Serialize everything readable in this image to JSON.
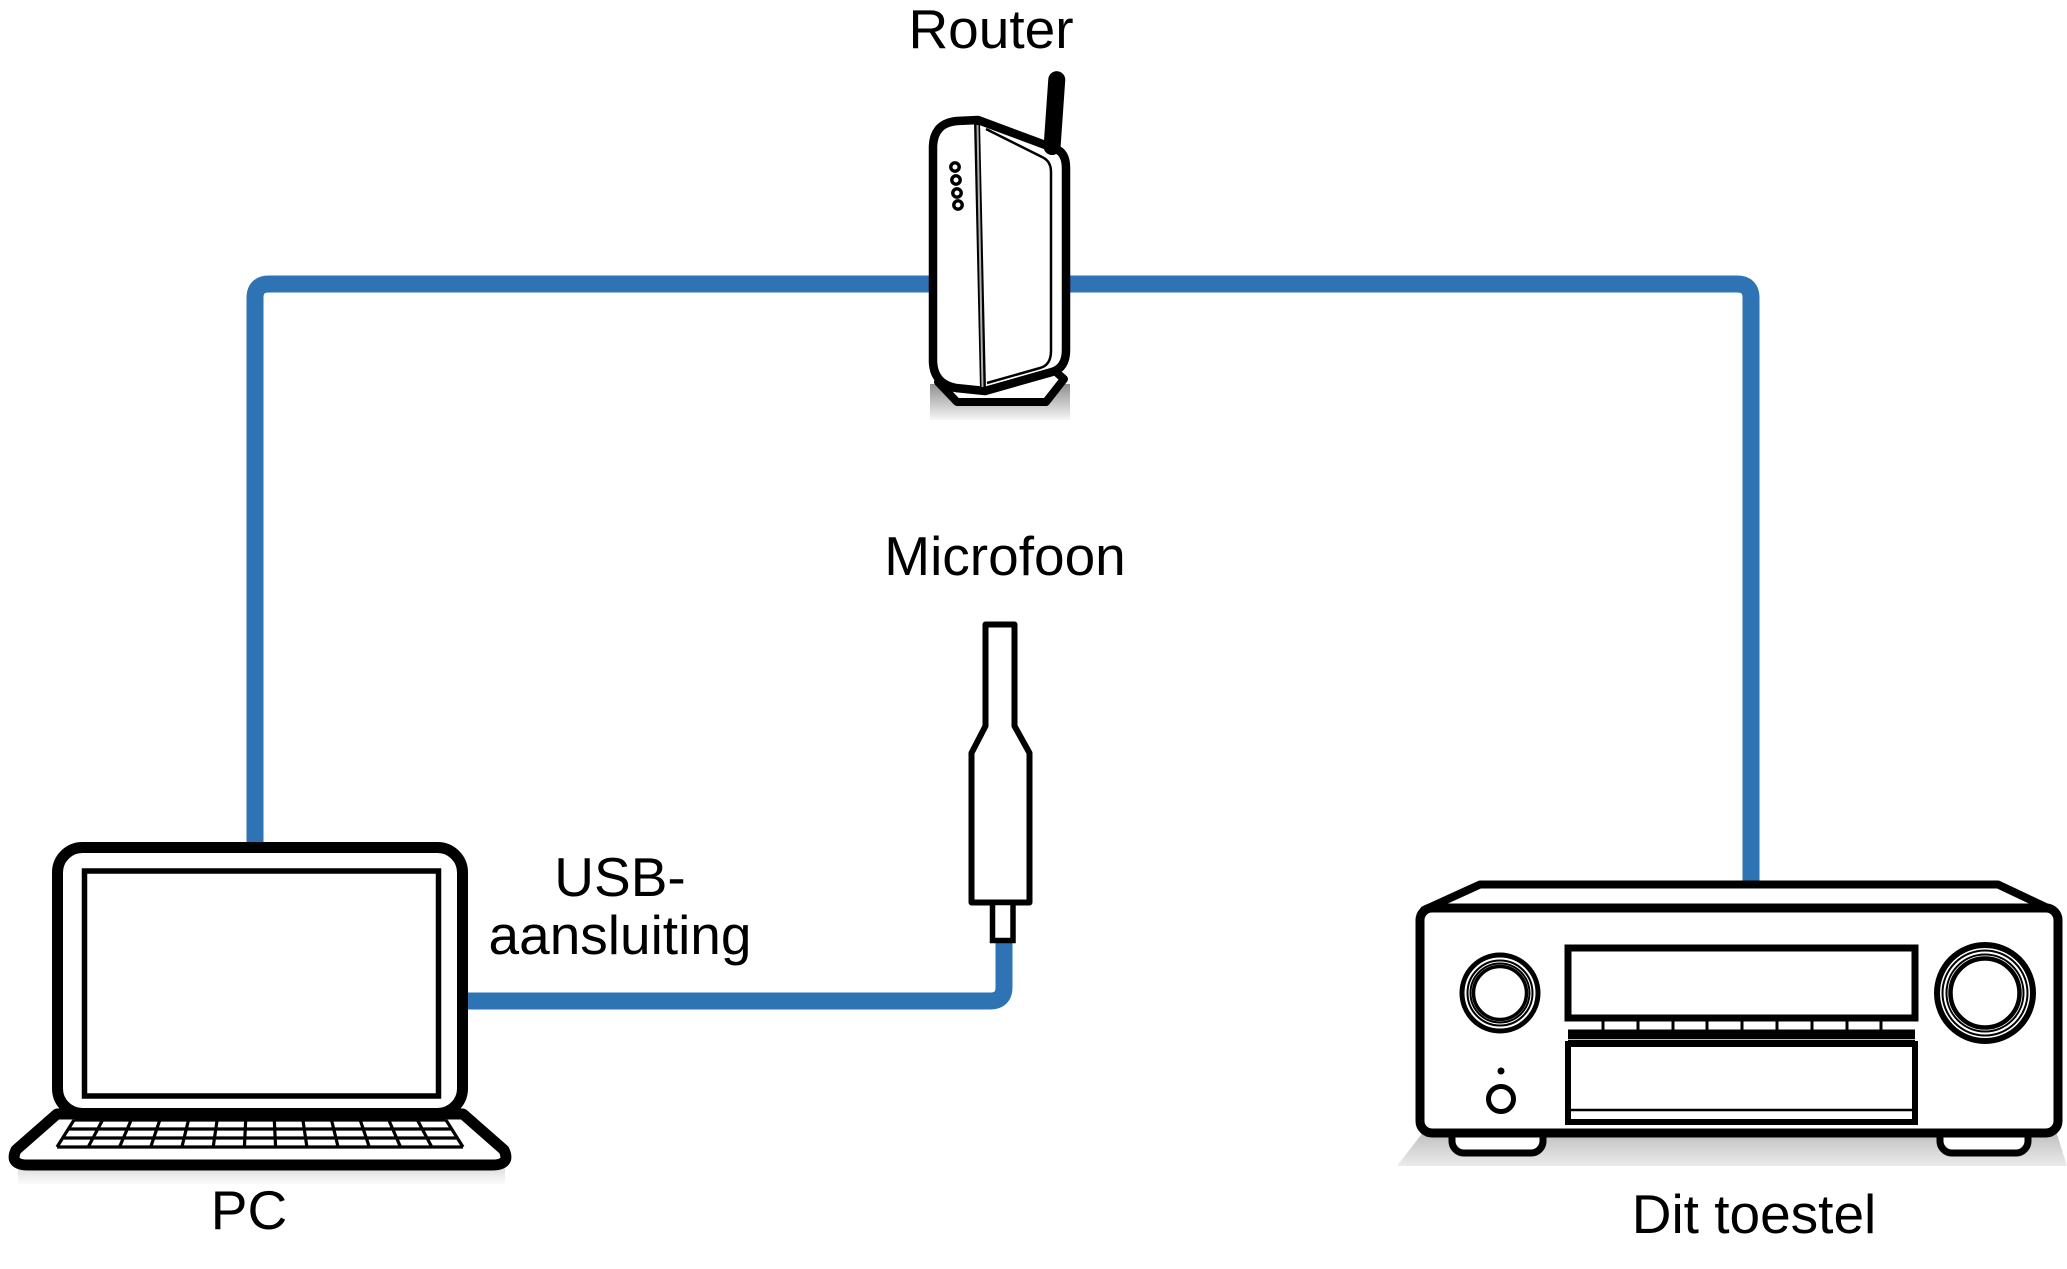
{
  "figure": {
    "type": "device-connection-diagram",
    "background": "#ffffff",
    "labels": {
      "router": "Router",
      "microphone": "Microfoon",
      "usb_line1": "USB-",
      "usb_line2": "aansluiting",
      "pc": "PC",
      "receiver": "Dit toestel"
    },
    "connections": [
      {
        "from": "PC",
        "to": "Router",
        "style": "blue-cable"
      },
      {
        "from": "Router",
        "to": "Dit toestel",
        "style": "blue-cable"
      },
      {
        "from": "PC",
        "to": "Microfoon",
        "style": "blue-cable",
        "label": "USB-aansluiting"
      }
    ],
    "colors": {
      "cable": "#2e74b5",
      "outline": "#000000",
      "shadow": "#c9c9c9"
    }
  }
}
